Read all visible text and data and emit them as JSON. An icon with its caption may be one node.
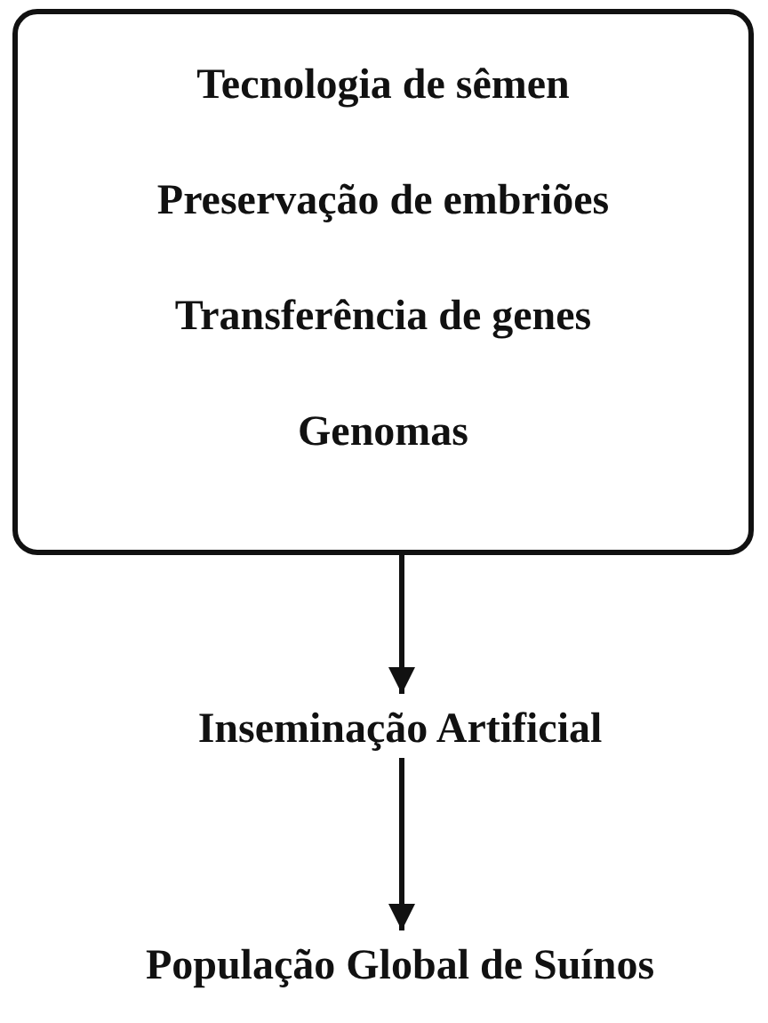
{
  "diagram": {
    "nodes": [
      {
        "text": [
          "Tecnologia de sêmen",
          "Preservação de embriões",
          "Transferência de genes",
          "Genomas"
        ]
      },
      {
        "text": [
          "Inseminação Artificial"
        ]
      },
      {
        "text": [
          "População Global de Suínos"
        ]
      }
    ],
    "edges": [
      {
        "from": 0,
        "to": 1,
        "arrow": "to"
      },
      {
        "from": 1,
        "to": 2,
        "arrow": "to"
      }
    ]
  }
}
